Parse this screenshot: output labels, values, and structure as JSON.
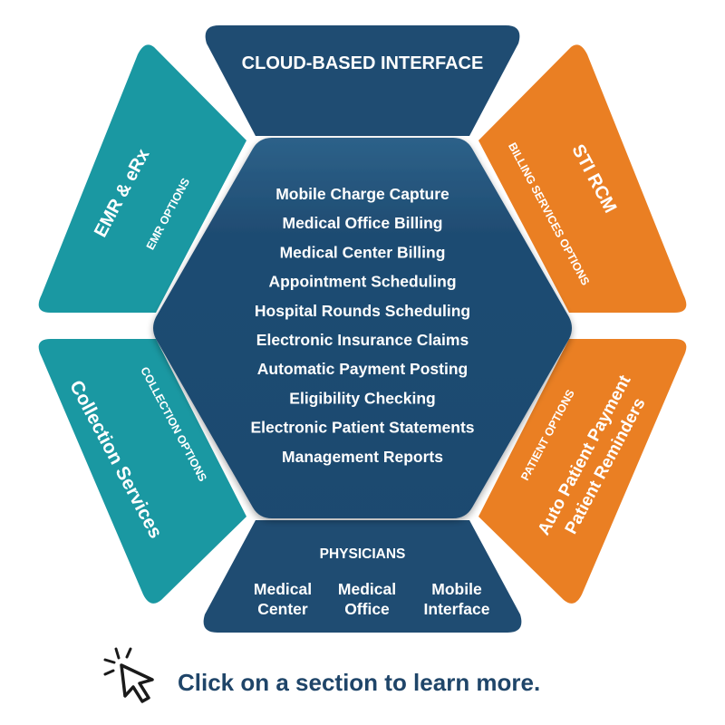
{
  "colors": {
    "navy": "#1f4c72",
    "teal": "#1a98a2",
    "orange": "#ea7f23",
    "text": "#1f4569"
  },
  "top": {
    "title": "CLOUD-BASED INTERFACE"
  },
  "left_top": {
    "title": "EMR & eRx",
    "subtitle": "EMR OPTIONS"
  },
  "right_top": {
    "title": "STI RCM",
    "subtitle": "BILLING SERVICES OPTIONS"
  },
  "left_bottom": {
    "title": "Collection Services",
    "subtitle": "COLLECTION OPTIONS"
  },
  "right_bottom": {
    "title_line1": "Auto Patient Payment",
    "title_line2": "Patient Reminders",
    "subtitle": "PATIENT OPTIONS"
  },
  "bottom": {
    "title": "PHYSICIANS",
    "items": [
      {
        "line1": "Medical",
        "line2": "Center"
      },
      {
        "line1": "Medical",
        "line2": "Office"
      },
      {
        "line1": "Mobile",
        "line2": "Interface"
      }
    ]
  },
  "center": {
    "items": [
      "Mobile Charge Capture",
      "Medical Office Billing",
      "Medical Center Billing",
      "Appointment Scheduling",
      "Hospital Rounds Scheduling",
      "Electronic Insurance Claims",
      "Automatic Payment Posting",
      "Eligibility Checking",
      "Electronic Patient Statements",
      "Management Reports"
    ]
  },
  "footer": {
    "text": "Click on a section to learn more.",
    "icon": "cursor-click-icon"
  }
}
